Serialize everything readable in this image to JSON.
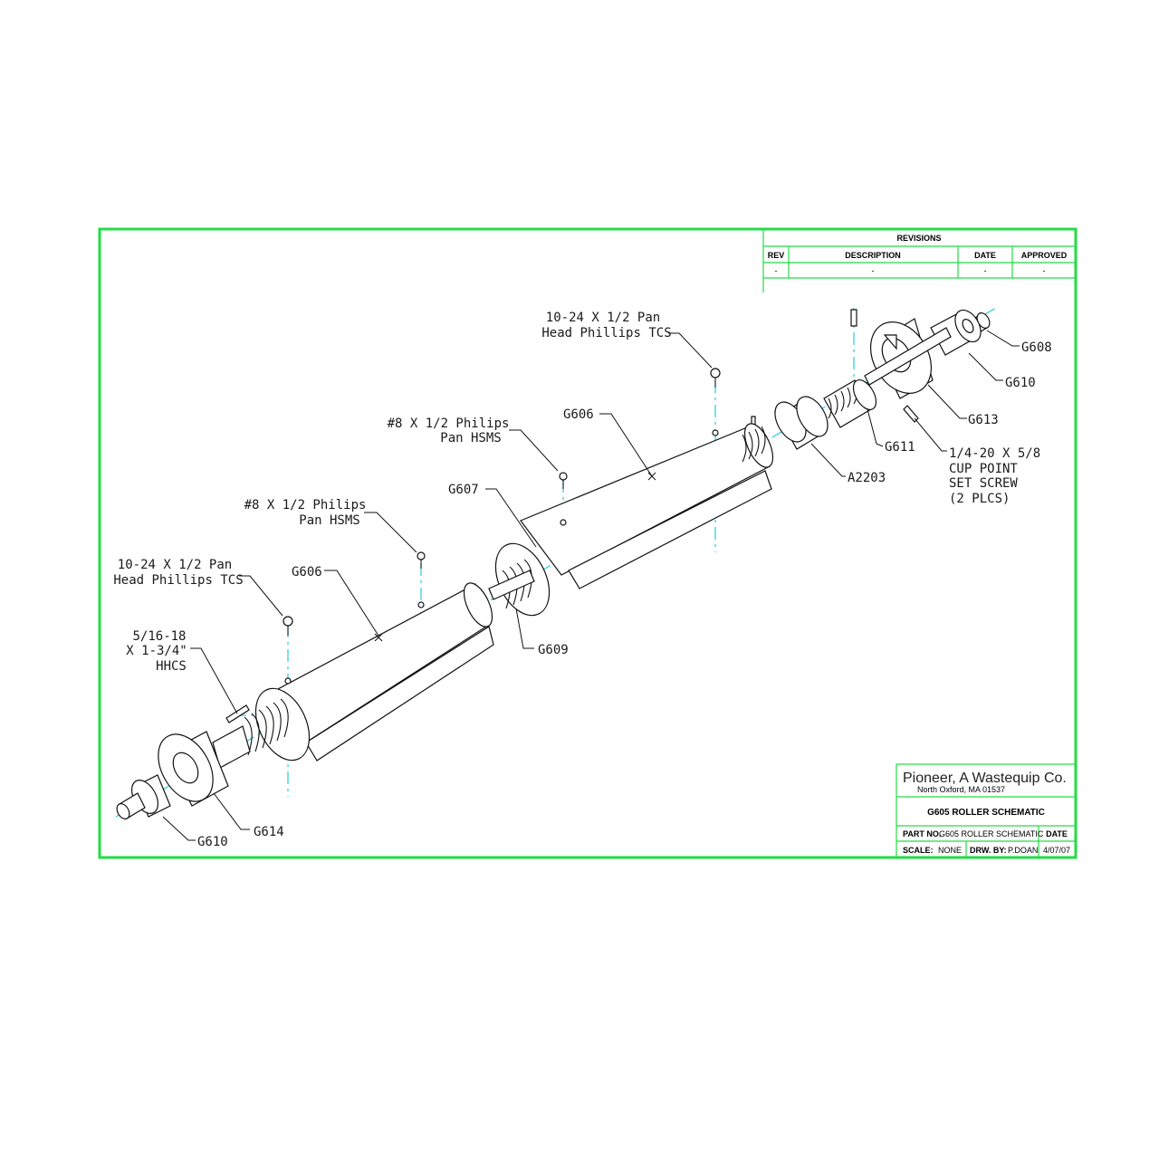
{
  "colors": {
    "border": "#22dd44",
    "centerline": "#33d1e0",
    "ink": "#111111"
  },
  "revisions": {
    "title": "REVISIONS",
    "headers": [
      "REV",
      "DESCRIPTION",
      "DATE",
      "APPROVED"
    ],
    "row": [
      "-",
      "-",
      "-",
      "-"
    ]
  },
  "title_block": {
    "company": "Pioneer, A Wastequip Co.",
    "address": "North Oxford, MA     01537",
    "drawing_title": "G605 ROLLER SCHEMATIC",
    "part_no_label": "PART NO.",
    "part_no_value": "G605 ROLLER SCHEMATIC",
    "date_label": "DATE",
    "scale_label": "SCALE:",
    "scale_value": "NONE",
    "drawn_by_label": "DRW. BY:",
    "drawn_by_value": "P.DOAN",
    "date_value": "4/07/07"
  },
  "callouts": {
    "screw_tcs_top": [
      "10-24 X 1/2 Pan",
      "Head Phillips TCS"
    ],
    "hsms_mid": [
      "#8 X 1/2 Philips",
      "Pan HSMS"
    ],
    "g606_upper": "G606",
    "g607": "G607",
    "a2203": "A2203",
    "g611": "G611",
    "g613": "G613",
    "g610_right": "G610",
    "g608": "G608",
    "set_screw": [
      "1/4-20 X 5/8",
      "CUP POINT",
      "SET SCREW",
      "(2 PLCS)"
    ],
    "hsms_low": [
      "#8 X 1/2 Philips",
      "Pan HSMS"
    ],
    "g606_lower": "G606",
    "screw_tcs_low": [
      "10-24 X 1/2 Pan",
      "Head Phillips TCS"
    ],
    "hhcs": [
      "5/16-18",
      "X 1-3/4\"",
      "HHCS"
    ],
    "g609": "G609",
    "g614": "G614",
    "g610_left": "G610"
  }
}
